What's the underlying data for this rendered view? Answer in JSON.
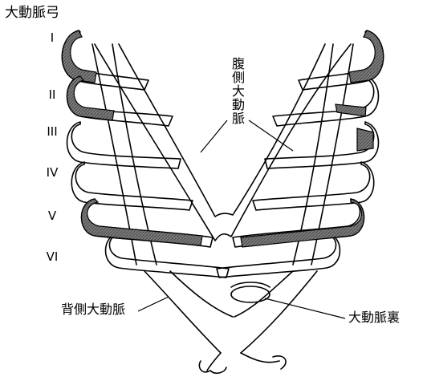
{
  "title": "大動脈弓",
  "arch_numerals": [
    "I",
    "II",
    "III",
    "IV",
    "V",
    "VI"
  ],
  "labels": {
    "ventral_aorta": "腹側大動脈",
    "dorsal_aorta": "背側大動脈",
    "aortic_sac": "大動脈裏"
  },
  "colors": {
    "ink": "#000000",
    "shade": "#6e6e6e",
    "paper": "#ffffff"
  }
}
